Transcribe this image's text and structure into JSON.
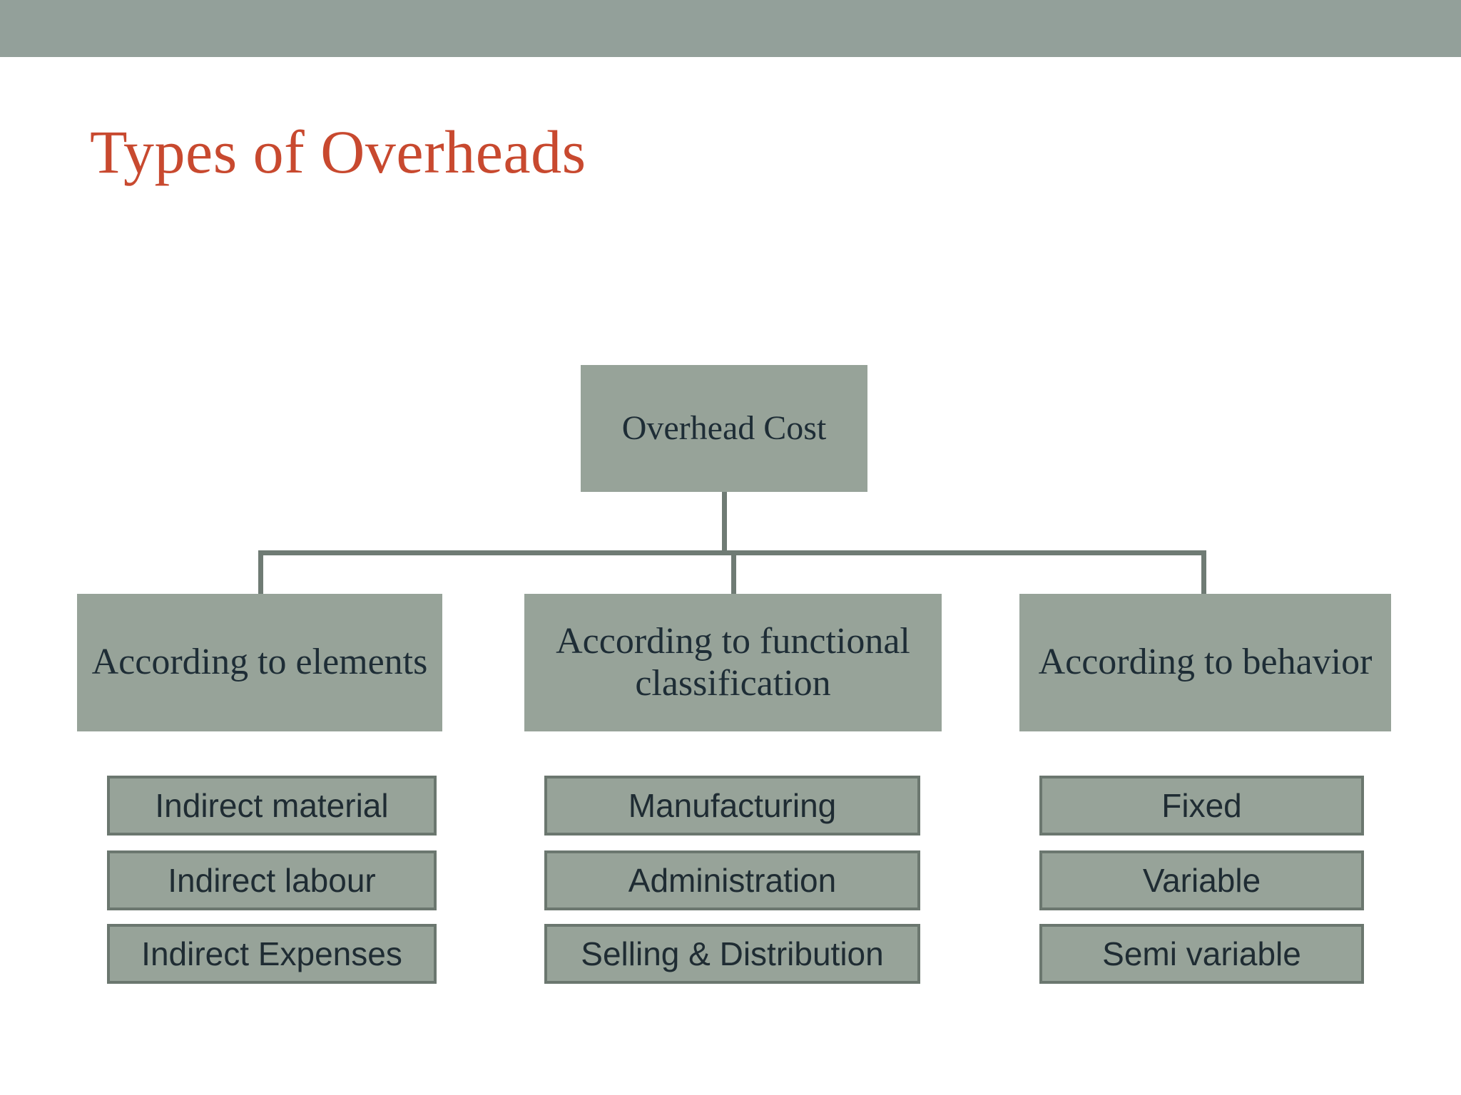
{
  "slide": {
    "title": "Types of Overheads",
    "accent_color": "#c8492f",
    "banner_color": "#93a09a",
    "node_fill_color": "#97a399",
    "node_border_color": "#6b776f",
    "connector_color": "#6f7b74",
    "node_text_color": "#1e2d36",
    "background_color": "#ffffff"
  },
  "diagram": {
    "type": "hierarchy",
    "root": {
      "label": "Overhead Cost"
    },
    "branches": [
      {
        "label": "According to elements",
        "children": [
          {
            "label": "Indirect material"
          },
          {
            "label": "Indirect labour"
          },
          {
            "label": "Indirect Expenses"
          }
        ]
      },
      {
        "label": "According to functional classification",
        "children": [
          {
            "label": "Manufacturing"
          },
          {
            "label": "Administration"
          },
          {
            "label": "Selling & Distribution"
          }
        ]
      },
      {
        "label": "According to behavior",
        "children": [
          {
            "label": "Fixed"
          },
          {
            "label": "Variable"
          },
          {
            "label": "Semi variable"
          }
        ]
      }
    ]
  }
}
